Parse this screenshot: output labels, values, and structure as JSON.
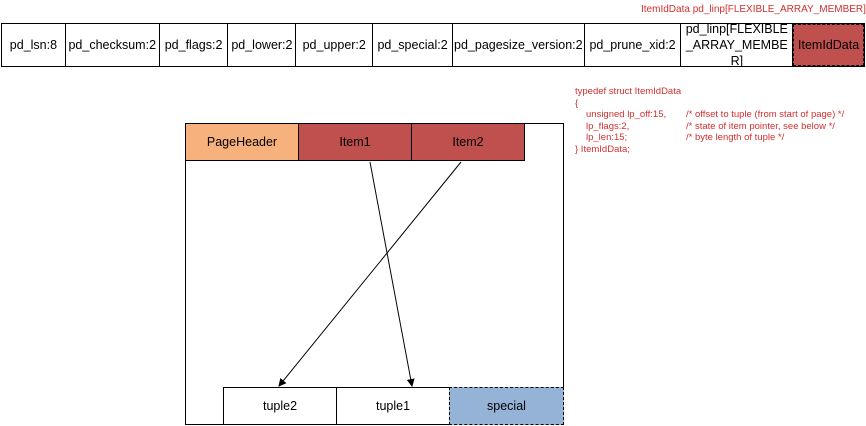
{
  "caption": "ItemIdData   pd_linp[FLEXIBLE_ARRAY_MEMBER]",
  "header_fields": [
    "pd_lsn:8",
    "pd_checksum:2",
    "pd_flags:2",
    "pd_lower:2",
    "pd_upper:2",
    "pd_special:2",
    "pd_pagesize_version:2",
    "pd_prune_xid:2",
    "pd_linp[FLEXIBLE_ARRAY_MEMBER]",
    "ItemIdData"
  ],
  "code": {
    "line1": "typedef struct ItemIdData",
    "line2": "{",
    "line3_decl": "unsigned   lp_off:15,",
    "line3_comment": "/* offset to tuple (from start of page) */",
    "line4_decl": "lp_flags:2,",
    "line4_comment": "/* state of item pointer, see below */",
    "line5_decl": "lp_len:15;",
    "line5_comment": "/* byte length of tuple */",
    "line6": "} ItemIdData;"
  },
  "page": {
    "header_cell": "PageHeader",
    "item1": "Item1",
    "item2": "Item2",
    "tuple2": "tuple2",
    "tuple1": "tuple1",
    "special": "special"
  },
  "colors": {
    "page_header": "#f7b17c",
    "item": "#c0504d",
    "special": "#95b3d7",
    "code_text": "#d32f2f"
  }
}
